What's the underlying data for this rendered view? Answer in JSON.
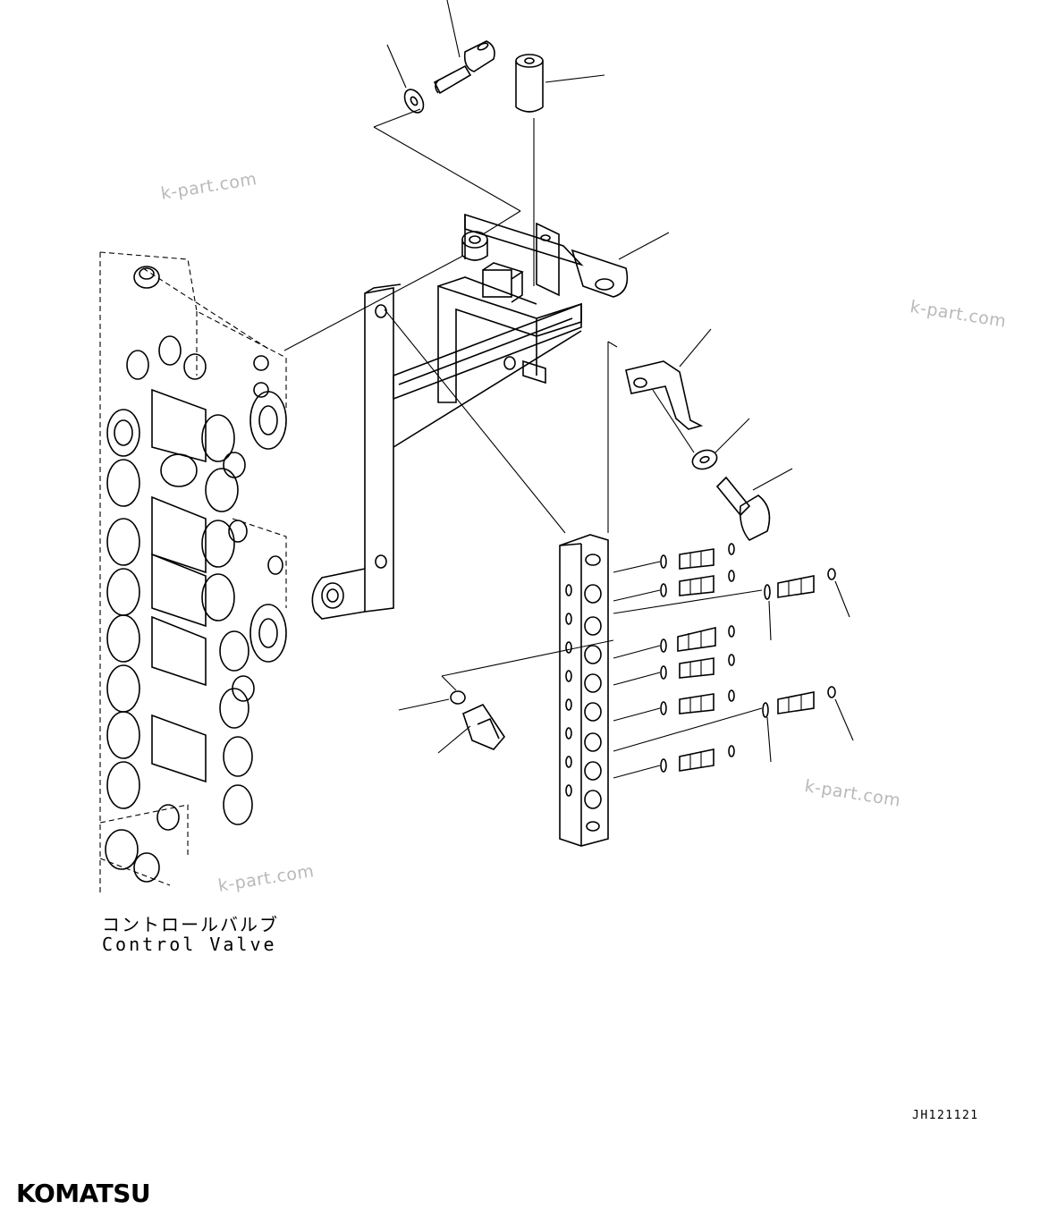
{
  "labels": {
    "jp": "コントロールバルブ",
    "en": "Control Valve"
  },
  "drawing_code": "JH121121",
  "brand": "KOMATSU",
  "watermark": "k-part.com"
}
